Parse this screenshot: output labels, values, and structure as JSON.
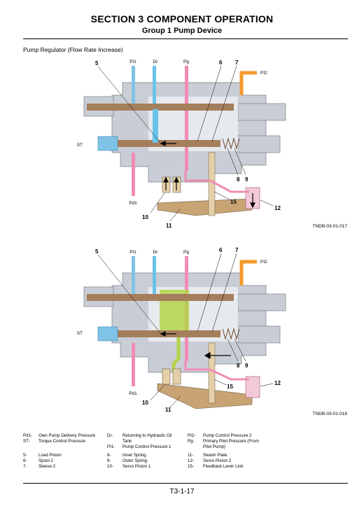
{
  "header": {
    "section_title": "SECTION 3 COMPONENT OPERATION",
    "group_title": "Group 1 Pump Device"
  },
  "figure_caption": "Pump Regulator (Flow Rate Increase)",
  "figures": [
    {
      "id": "TNDB-03-01-017",
      "port_labels": [
        "PI1",
        "Dr",
        "Pg",
        "PI2",
        "ST",
        "Pd1"
      ],
      "callouts": [
        "5",
        "6",
        "7",
        "8",
        "9",
        "10",
        "11",
        "12",
        "15"
      ]
    },
    {
      "id": "TNDB-03-01-018",
      "port_labels": [
        "PI1",
        "Dr",
        "Pg",
        "PI2",
        "ST",
        "Pd1"
      ],
      "callouts": [
        "5",
        "6",
        "7",
        "8",
        "9",
        "10",
        "11",
        "12",
        "15"
      ]
    }
  ],
  "legend": {
    "col1": [
      {
        "code": "Pd1-",
        "text": "Own Pump Delivery Pressure"
      },
      {
        "code": "ST-",
        "text": "Torque Control Pressure"
      },
      {
        "code": "5-",
        "text": "Load Piston"
      },
      {
        "code": "6-",
        "text": "Spool 2"
      },
      {
        "code": "7-",
        "text": "Sleeve 2"
      }
    ],
    "col2": [
      {
        "code": "Dr-",
        "text": "Returning to Hydraulic Oil"
      },
      {
        "code": "",
        "text": "Tank"
      },
      {
        "code": "PI1-",
        "text": "Pump Control Pressure 1"
      },
      {
        "code": "8-",
        "text": "Inner Spring"
      },
      {
        "code": "9-",
        "text": "Outer Spring"
      },
      {
        "code": "10-",
        "text": "Servo Piston 1"
      }
    ],
    "col3": [
      {
        "code": "PI2-",
        "text": "Pump Control Pressure 2"
      },
      {
        "code": "Pg-",
        "text": "Primary Pilot Pressure (From"
      },
      {
        "code": "",
        "text": "Pilot Pump)"
      },
      {
        "code": "11-",
        "text": "Swash Plate"
      },
      {
        "code": "12-",
        "text": "Servo Piston 2"
      },
      {
        "code": "15-",
        "text": "Feedback Lever Link"
      }
    ]
  },
  "page_number": "T3-1-17",
  "colors": {
    "body_gray": "#c9ced6",
    "core_gray": "#e6e9ee",
    "spool_brown": "#a57e5c",
    "blue_pi1": "#7fc3e6",
    "cyan_dr": "#69c3e8",
    "pink_pg": "#f08cb4",
    "orange_pi2": "#f39a2a",
    "green_sleeve": "#b5d44a",
    "piston_tan": "#e5cfa8",
    "lever_tan": "#c8a475"
  }
}
